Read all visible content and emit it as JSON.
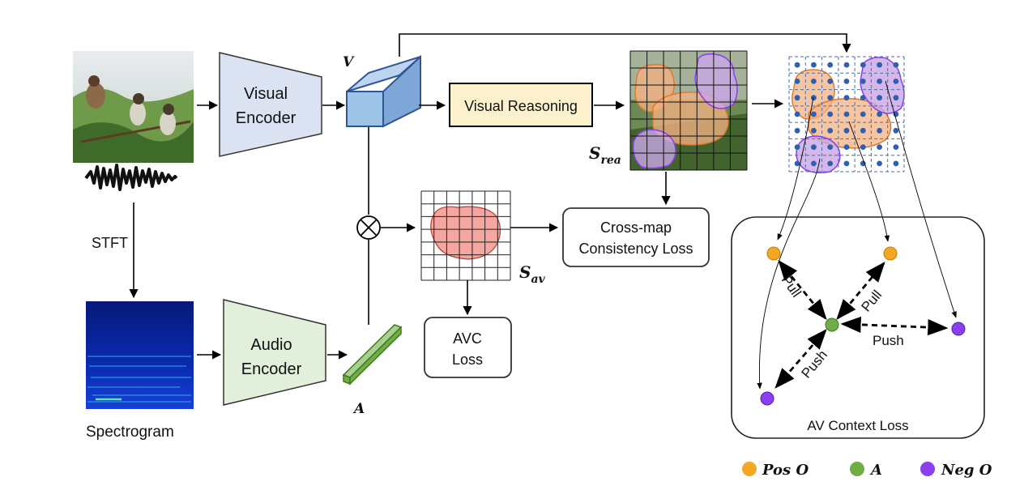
{
  "labels": {
    "stft": "STFT",
    "spectrogram": "Spectrogram",
    "visual_encoder": [
      "Visual",
      "Encoder"
    ],
    "audio_encoder": [
      "Audio",
      "Encoder"
    ],
    "visual_reasoning": "Visual Reasoning",
    "cross_map_loss": [
      "Cross-map",
      "Consistency Loss"
    ],
    "avc_loss": [
      "AVC",
      "Loss"
    ],
    "av_context_loss": "AV Context Loss",
    "pull_1": "Pull",
    "pull_2": "Pull",
    "push_1": "Push",
    "push_2": "Push"
  },
  "math": {
    "v": "V",
    "a": "A",
    "s_rea_base": "S",
    "s_rea_sub": "rea",
    "s_av_base": "S",
    "s_av_sub": "av"
  },
  "legend": {
    "pos": "Pos O",
    "anchor": "A",
    "neg": "Neg O"
  },
  "colors": {
    "visual_encoder_fill": "#dbe3f3",
    "audio_encoder_fill": "#e2efda",
    "reasoning_fill": "#fdf1cd",
    "feature_cube": "#9dc3e6",
    "audio_vector": "#92d050",
    "pos_object": "#f5a623",
    "anchor": "#70ad47",
    "neg_object": "#8b3ff0",
    "heatmap_red": "#f4a6a0",
    "region_orange": "#f4b183",
    "region_purple": "#c9a6e6"
  }
}
